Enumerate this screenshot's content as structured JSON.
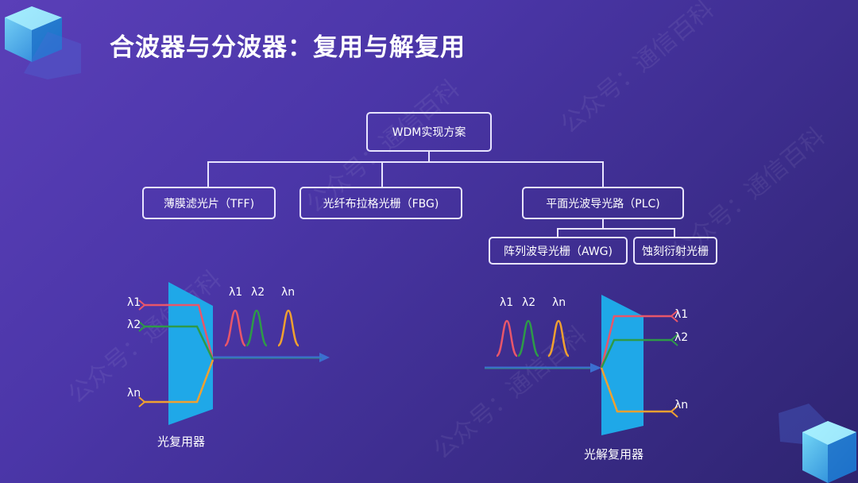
{
  "title": "合波器与分波器：复用与解复用",
  "watermark": "公众号：通信百科",
  "tree": {
    "root": "WDM实现方案",
    "tff": "薄膜滤光片（TFF)",
    "fbg": "光纤布拉格光栅（FBG)",
    "plc": "平面光波导光路（PLC)",
    "awg": "阵列波导光栅（AWG)",
    "etched": "蚀刻衍射光栅"
  },
  "mux": {
    "caption": "光复用器",
    "in_labels": [
      "λ1",
      "λ2",
      "λn"
    ],
    "peak_labels": [
      "λ1",
      "λ2",
      "λn"
    ]
  },
  "demux": {
    "caption": "光解复用器",
    "out_labels": [
      "λ1",
      "λ2",
      "λn"
    ],
    "peak_labels": [
      "λ1",
      "λ2",
      "λn"
    ]
  },
  "colors": {
    "lambda1": "#e8566a",
    "lambda2": "#2e9a48",
    "lambdan": "#f0a030",
    "prism": "#1fa8e8",
    "arrow": "#3b6fd0"
  }
}
